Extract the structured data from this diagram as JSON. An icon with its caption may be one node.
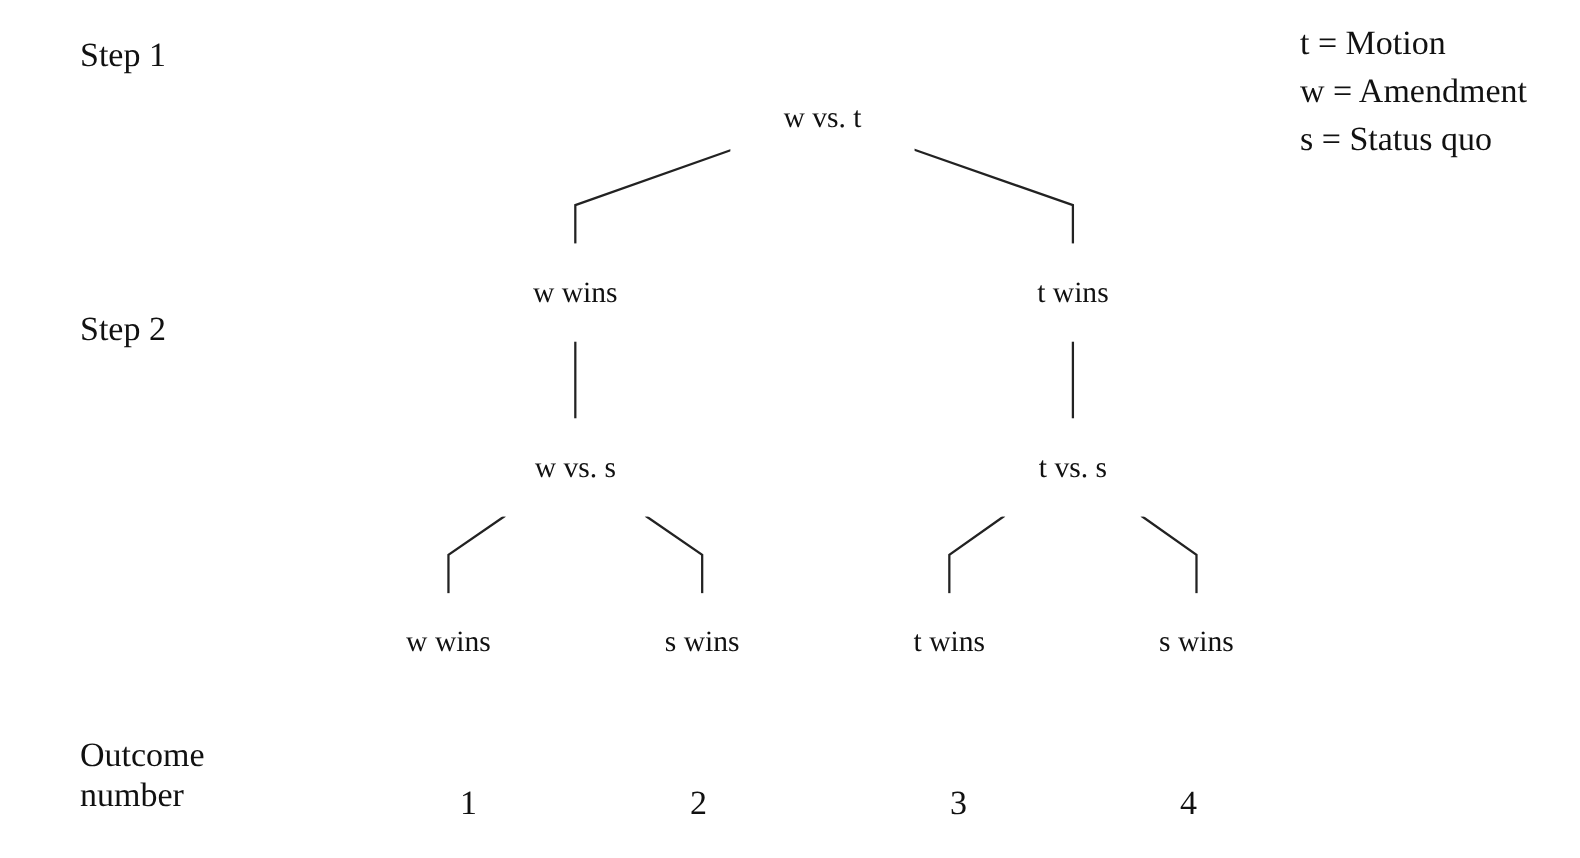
{
  "diagram": {
    "nodes": [
      {
        "text": [
          "w vs. t"
        ]
      },
      {
        "text": [
          "w wins"
        ]
      },
      {
        "text": [
          "t wins"
        ]
      },
      {
        "text": [
          "w vs. s"
        ]
      },
      {
        "text": [
          "t vs. s"
        ]
      },
      {
        "text": [
          "w wins"
        ]
      },
      {
        "text": [
          "s wins"
        ]
      },
      {
        "text": [
          "t wins"
        ]
      },
      {
        "text": [
          "s wins"
        ]
      }
    ],
    "edges": [
      {
        "from": 0,
        "to": 1,
        "arrow": "none"
      },
      {
        "from": 0,
        "to": 2,
        "arrow": "none"
      },
      {
        "from": 1,
        "to": 3,
        "arrow": "none"
      },
      {
        "from": 2,
        "to": 4,
        "arrow": "none"
      },
      {
        "from": 3,
        "to": 5,
        "arrow": "none"
      },
      {
        "from": 3,
        "to": 6,
        "arrow": "none"
      },
      {
        "from": 4,
        "to": 7,
        "arrow": "none"
      },
      {
        "from": 4,
        "to": 8,
        "arrow": "none"
      }
    ],
    "labels": [
      "Step 1",
      "Step 2",
      "Outcome number",
      "1",
      "2",
      "3",
      "4"
    ],
    "legend": [
      {
        "text": "t = Motion"
      },
      {
        "text": "w = Amendment"
      },
      {
        "text": "s = Status quo"
      }
    ]
  }
}
